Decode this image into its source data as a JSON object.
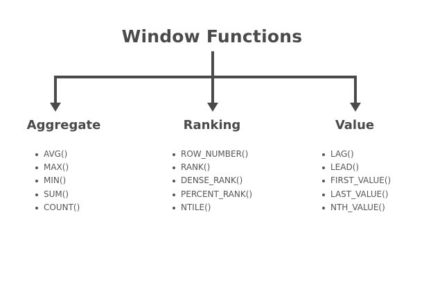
{
  "title": "Window Functions",
  "colors": {
    "text": "#4a4a4a",
    "line": "#4a4a4a"
  },
  "categories": [
    {
      "name": "Aggregate",
      "items": [
        "AVG()",
        "MAX()",
        "MIN()",
        "SUM()",
        "COUNT()"
      ]
    },
    {
      "name": "Ranking",
      "items": [
        "ROW_NUMBER()",
        "RANK()",
        "DENSE_RANK()",
        "PERCENT_RANK()",
        "NTILE()"
      ]
    },
    {
      "name": "Value",
      "items": [
        "LAG()",
        "LEAD()",
        "FIRST_VALUE()",
        "LAST_VALUE()",
        "NTH_VALUE()"
      ]
    }
  ]
}
